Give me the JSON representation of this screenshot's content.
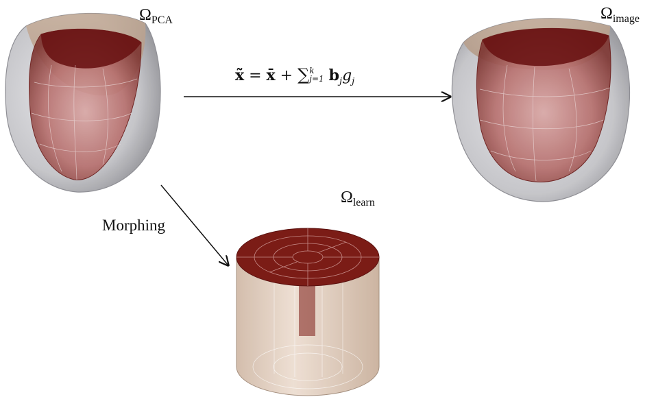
{
  "labels": {
    "pca_symbol": "Ω",
    "pca_sub": "PCA",
    "image_symbol": "Ω",
    "image_sub": "image",
    "learn_symbol": "Ω",
    "learn_sub": "learn",
    "morphing": "Morphing"
  },
  "formula": {
    "lhs": "x̃",
    "eq": " = ",
    "mean": "x̄",
    "plus": " + ",
    "sum": "∑",
    "upper": "k",
    "lower": "j=1",
    "b": "b",
    "b_sub": "j",
    "g": "g",
    "g_sub": "j"
  },
  "colors": {
    "outer_shell": "#b9b9bd",
    "outer_shell_top": "#c9ad95",
    "inner_cavity": "#8e2a27",
    "inner_cavity_deep": "#6a1414",
    "cylinder_side": "#e3cdbd",
    "cylinder_top": "#7b1c16",
    "arrow": "#111111"
  }
}
